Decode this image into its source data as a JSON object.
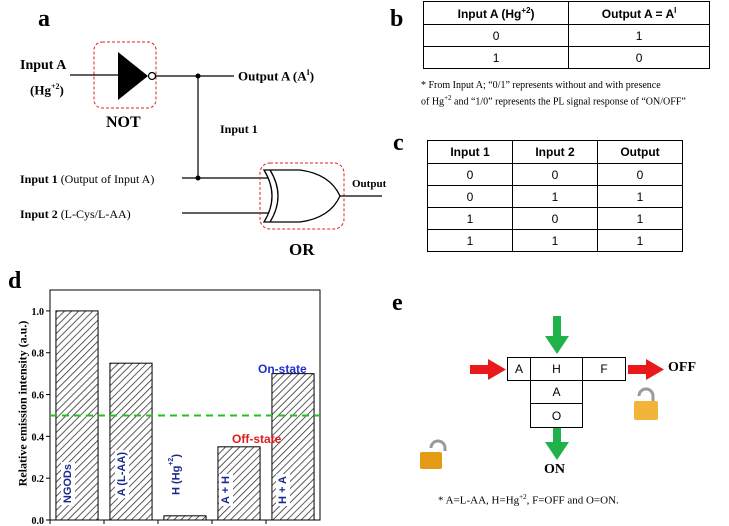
{
  "panel_a": {
    "letter": "a",
    "input_a_label": "Input A",
    "input_a_sub": "(Hg",
    "input_a_sub_sup": "+2",
    "input_a_sub_close": ")",
    "not_gate_label": "NOT",
    "output_a_label": "Output A (A",
    "output_a_sup": "I",
    "output_a_close": ")",
    "input_1_wire_label": "Input  1",
    "input_1_bold": "Input 1",
    "input_1_detail": " (Output of Input A)",
    "input_2_bold": "Input 2",
    "input_2_detail": " (L-Cys/L-AA)",
    "or_gate_label": "OR",
    "output_label": "Output"
  },
  "panel_b": {
    "letter": "b",
    "headers": [
      "Input A (Hg",
      "+2",
      ")",
      "Output A = A",
      "I"
    ],
    "rows": [
      [
        "0",
        "1"
      ],
      [
        "1",
        "0"
      ]
    ],
    "note_line1": "* From Input A; “0/1” represents without and with presence",
    "note_line2a": "of Hg",
    "note_line2_sup": "+2",
    "note_line2b": " and “1/0” represents the PL signal response of “ON/OFF”"
  },
  "panel_c": {
    "letter": "c",
    "headers": [
      "Input 1",
      "Input 2",
      "Output"
    ],
    "rows": [
      [
        "0",
        "0",
        "0"
      ],
      [
        "0",
        "1",
        "1"
      ],
      [
        "1",
        "0",
        "1"
      ],
      [
        "1",
        "1",
        "1"
      ]
    ]
  },
  "panel_d": {
    "letter": "d",
    "chart_data": {
      "type": "bar",
      "categories": [
        "NGODs",
        "A (L-AA)",
        "H (Hg+2)",
        "A + H",
        "H + A"
      ],
      "values": [
        1.0,
        0.75,
        0.02,
        0.35,
        0.7
      ],
      "ylabel": "Relative emission intensity (a.u.)",
      "ylim": [
        0,
        1.1
      ],
      "yticks": [
        "0.0",
        "0.2",
        "0.4",
        "0.6",
        "0.8",
        "1.0"
      ],
      "threshold": 0.5,
      "threshold_color": "#22c022",
      "on_state_label": "On-state",
      "on_state_color": "#1f2fd0",
      "off_state_label": "Off-state",
      "off_state_color": "#e01b1b",
      "bar_label_color": "#1a2b8c"
    },
    "bar_labels": [
      "NGODs",
      "A (L-AA)",
      "H (Hg",
      "A + H",
      "H + A"
    ],
    "bar_label_sup": "+2",
    "bar_label_close": ")"
  },
  "panel_e": {
    "letter": "e",
    "cells": {
      "a": "A",
      "h": "H",
      "f": "F",
      "a2": "A",
      "o": "O"
    },
    "off_label": "OFF",
    "on_label": "ON",
    "arrow_red": "#e8181b",
    "arrow_green": "#1fb24a",
    "lock_color": "#f2b53a",
    "footnote_a": "* A=L-AA,  H=Hg",
    "footnote_sup": "+2",
    "footnote_b": ", F=OFF and O=ON."
  }
}
